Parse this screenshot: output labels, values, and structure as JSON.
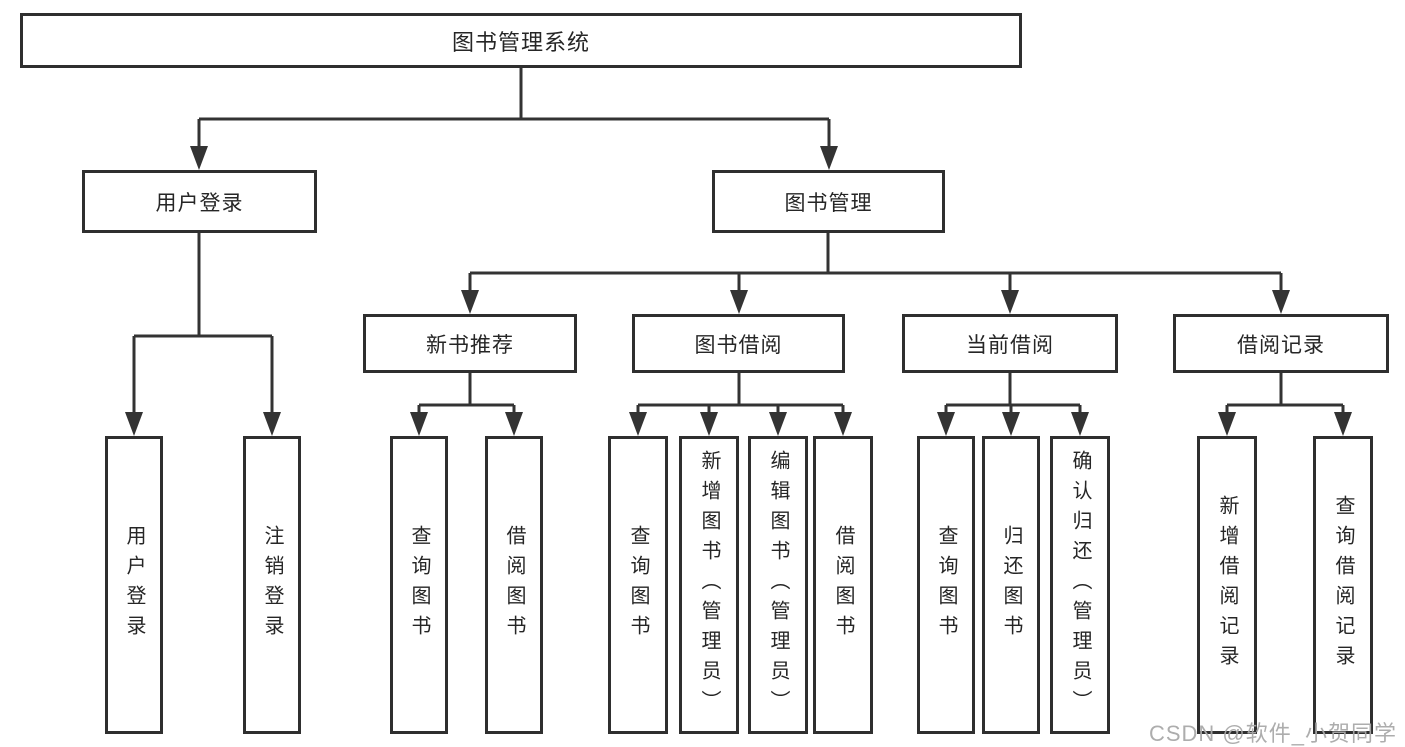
{
  "tree": {
    "root": {
      "label": "图书管理系统",
      "children": [
        {
          "label": "用户登录",
          "children": [
            {
              "label": "用户登录"
            },
            {
              "label": "注销登录"
            }
          ]
        },
        {
          "label": "图书管理",
          "children": [
            {
              "label": "新书推荐",
              "children": [
                {
                  "label": "查询图书"
                },
                {
                  "label": "借阅图书"
                }
              ]
            },
            {
              "label": "图书借阅",
              "children": [
                {
                  "label": "查询图书"
                },
                {
                  "label": "新增图书（管理员）"
                },
                {
                  "label": "编辑图书（管理员）"
                },
                {
                  "label": "借阅图书"
                }
              ]
            },
            {
              "label": "当前借阅",
              "children": [
                {
                  "label": "查询图书"
                },
                {
                  "label": "归还图书"
                },
                {
                  "label": "确认归还（管理员）"
                }
              ]
            },
            {
              "label": "借阅记录",
              "children": [
                {
                  "label": "新增借阅记录"
                },
                {
                  "label": "查询借阅记录"
                }
              ]
            }
          ]
        }
      ]
    }
  },
  "watermark": "CSDN @软件_小贺同学",
  "colors": {
    "line": "#333333",
    "box_border": "#2f2f2f",
    "text": "#262626",
    "watermark": "#a9a9a9",
    "background": "#ffffff"
  }
}
